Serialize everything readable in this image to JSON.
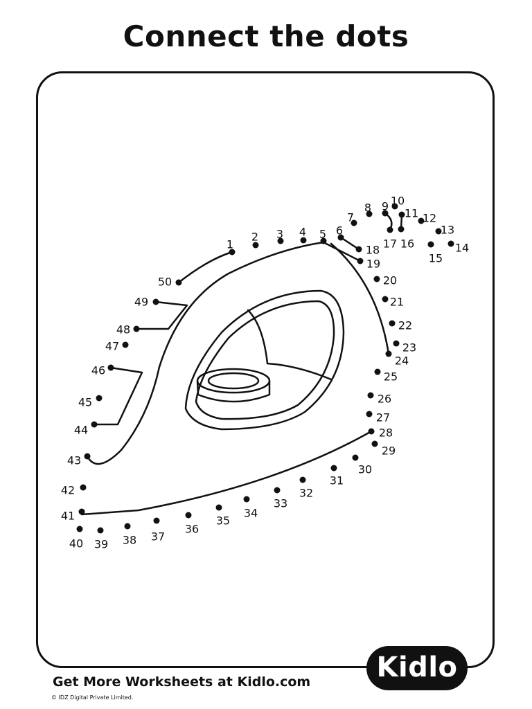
{
  "title": "Connect the dots",
  "dots": [
    {
      "n": "1"
    },
    {
      "n": "2"
    },
    {
      "n": "3"
    },
    {
      "n": "4"
    },
    {
      "n": "5"
    },
    {
      "n": "6"
    },
    {
      "n": "7"
    },
    {
      "n": "8"
    },
    {
      "n": "9"
    },
    {
      "n": "10"
    },
    {
      "n": "11"
    },
    {
      "n": "12"
    },
    {
      "n": "13"
    },
    {
      "n": "14"
    },
    {
      "n": "15"
    },
    {
      "n": "16"
    },
    {
      "n": "17"
    },
    {
      "n": "18"
    },
    {
      "n": "19"
    },
    {
      "n": "20"
    },
    {
      "n": "21"
    },
    {
      "n": "22"
    },
    {
      "n": "23"
    },
    {
      "n": "24"
    },
    {
      "n": "25"
    },
    {
      "n": "26"
    },
    {
      "n": "27"
    },
    {
      "n": "28"
    },
    {
      "n": "29"
    },
    {
      "n": "30"
    },
    {
      "n": "31"
    },
    {
      "n": "32"
    },
    {
      "n": "33"
    },
    {
      "n": "34"
    },
    {
      "n": "35"
    },
    {
      "n": "36"
    },
    {
      "n": "37"
    },
    {
      "n": "38"
    },
    {
      "n": "39"
    },
    {
      "n": "40"
    },
    {
      "n": "41"
    },
    {
      "n": "42"
    },
    {
      "n": "43"
    },
    {
      "n": "44"
    },
    {
      "n": "45"
    },
    {
      "n": "46"
    },
    {
      "n": "47"
    },
    {
      "n": "48"
    },
    {
      "n": "49"
    },
    {
      "n": "50"
    }
  ],
  "logo_text": "Kidlo",
  "footer_text": "Get More Worksheets at Kidlo.com",
  "copyright": "© IDZ Digital Private Limited."
}
